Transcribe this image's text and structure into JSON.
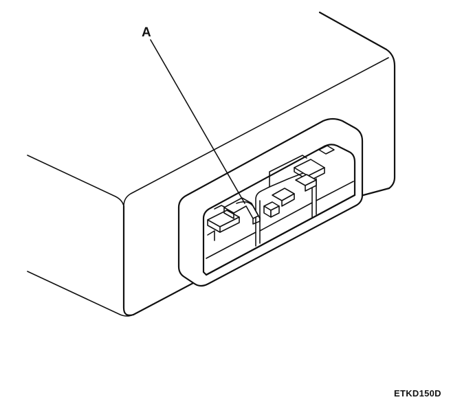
{
  "callouts": [
    {
      "label": "A",
      "target": "connector-terminal"
    }
  ],
  "figure_code": "ETKD150D",
  "colors": {
    "ink": "#111111",
    "background": "#ffffff"
  }
}
